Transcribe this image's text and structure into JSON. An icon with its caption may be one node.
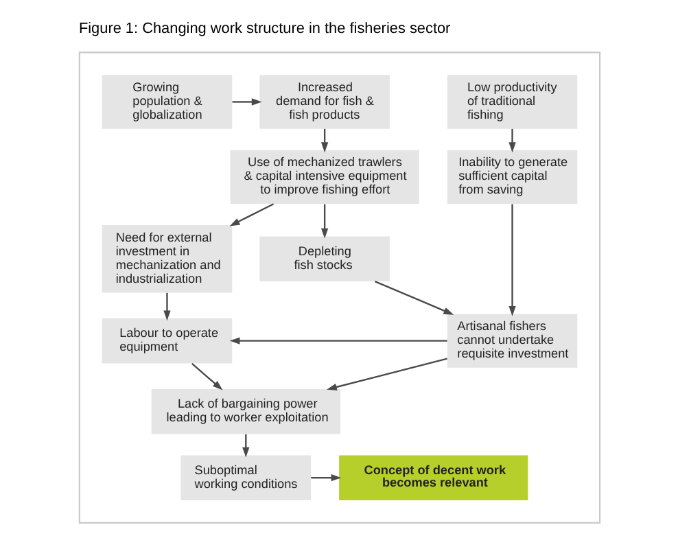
{
  "diagram": {
    "title": "Figure 1: Changing work structure in the fisheries sector",
    "nodes": [
      {
        "text": [],
        "shape": "box"
      },
      {
        "text": [
          "Growing population & globalization"
        ],
        "in": 0
      },
      {
        "text": [
          "Increased demand for fish & fish products"
        ],
        "in": 0
      },
      {
        "text": [
          "Low productivity of traditional fishing"
        ],
        "in": 0
      },
      {
        "text": [
          "Use of mechanized trawlers & capital intensive equipment to improve fishing effort"
        ],
        "in": 0
      },
      {
        "text": [
          "Inability to generate sufficient capital from saving"
        ],
        "in": 0
      },
      {
        "text": [
          "Need for external investment in mechanization and industrialization"
        ],
        "in": 0
      },
      {
        "text": [
          "Depleting fish stocks"
        ],
        "in": 0
      },
      {
        "text": [
          "Labour to operate equipment"
        ],
        "in": 0
      },
      {
        "text": [
          "Artisanal fishers cannot undertake requisite investment"
        ],
        "in": 0
      },
      {
        "text": [
          "Lack of bargaining power leading to worker exploitation"
        ],
        "in": 0
      },
      {
        "text": [
          "Suboptimal working conditions"
        ],
        "in": 0
      },
      {
        "text": [
          "Concept of decent work becomes relevant"
        ],
        "in": 0
      }
    ],
    "edges": [
      {
        "from": 1,
        "to": 2,
        "arrow": "to"
      },
      {
        "from": 2,
        "to": 4,
        "arrow": "to"
      },
      {
        "from": 3,
        "to": 5,
        "arrow": "to"
      },
      {
        "from": 4,
        "to": 6,
        "arrow": "to"
      },
      {
        "from": 4,
        "to": 7,
        "arrow": "to"
      },
      {
        "from": 5,
        "to": 9,
        "arrow": "to"
      },
      {
        "from": 7,
        "to": 9,
        "arrow": "to"
      },
      {
        "from": 6,
        "to": 8,
        "arrow": "to"
      },
      {
        "from": 9,
        "to": 8,
        "arrow": "to"
      },
      {
        "from": 8,
        "to": 10,
        "arrow": "to"
      },
      {
        "from": 9,
        "to": 10,
        "arrow": "to"
      },
      {
        "from": 10,
        "to": 11,
        "arrow": "to"
      },
      {
        "from": 11,
        "to": 12,
        "arrow": "to"
      }
    ]
  }
}
